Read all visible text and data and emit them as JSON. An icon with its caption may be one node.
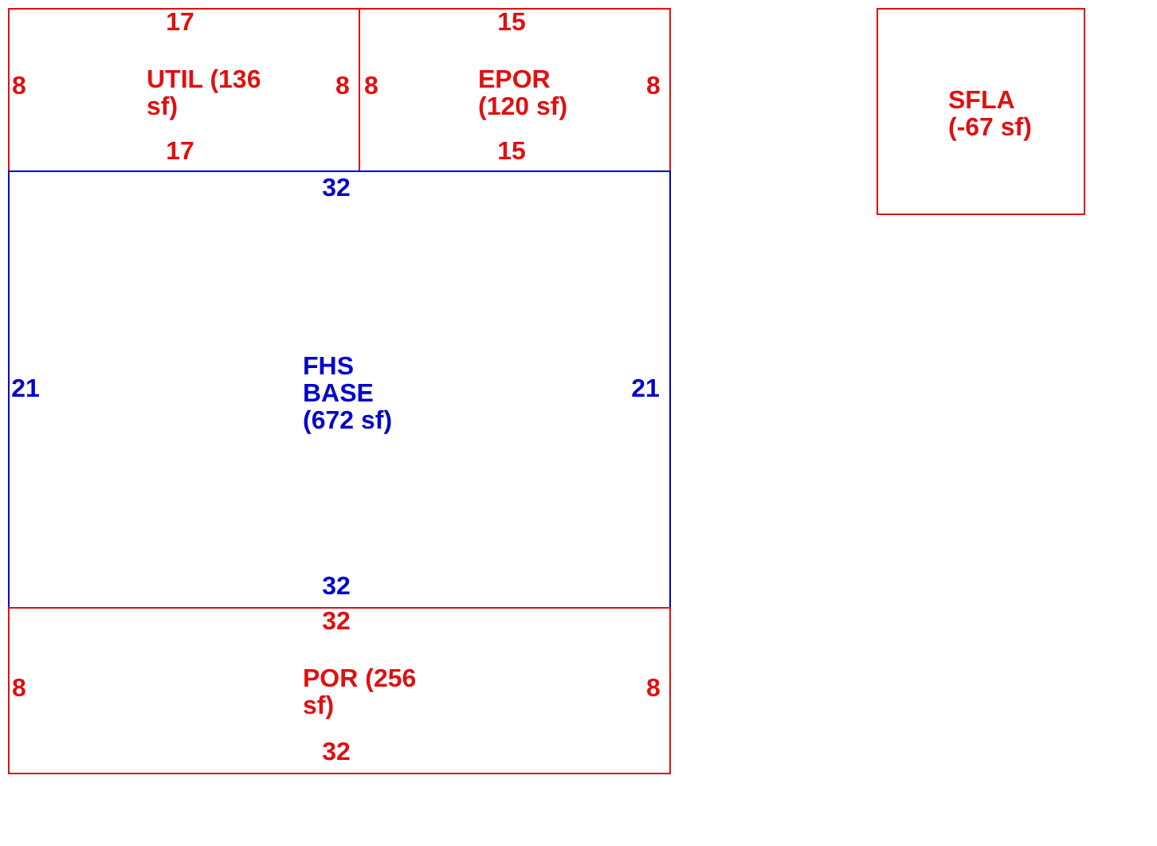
{
  "diagram": {
    "nodes": [
      {
        "text": [
          "UTIL (136 sf)"
        ]
      },
      {
        "text": [
          "EPOR (120 sf)"
        ]
      },
      {
        "text": [
          "FHS BASE (672 sf)"
        ]
      },
      {
        "text": [
          "POR (256 sf)"
        ]
      },
      {
        "text": [
          "SFLA (-67 sf)"
        ]
      }
    ],
    "labels": [
      "17",
      "15",
      "8",
      "8",
      "8",
      "8",
      "17",
      "15",
      "32",
      "21",
      "21",
      "32",
      "32",
      "8",
      "8",
      "32"
    ]
  }
}
